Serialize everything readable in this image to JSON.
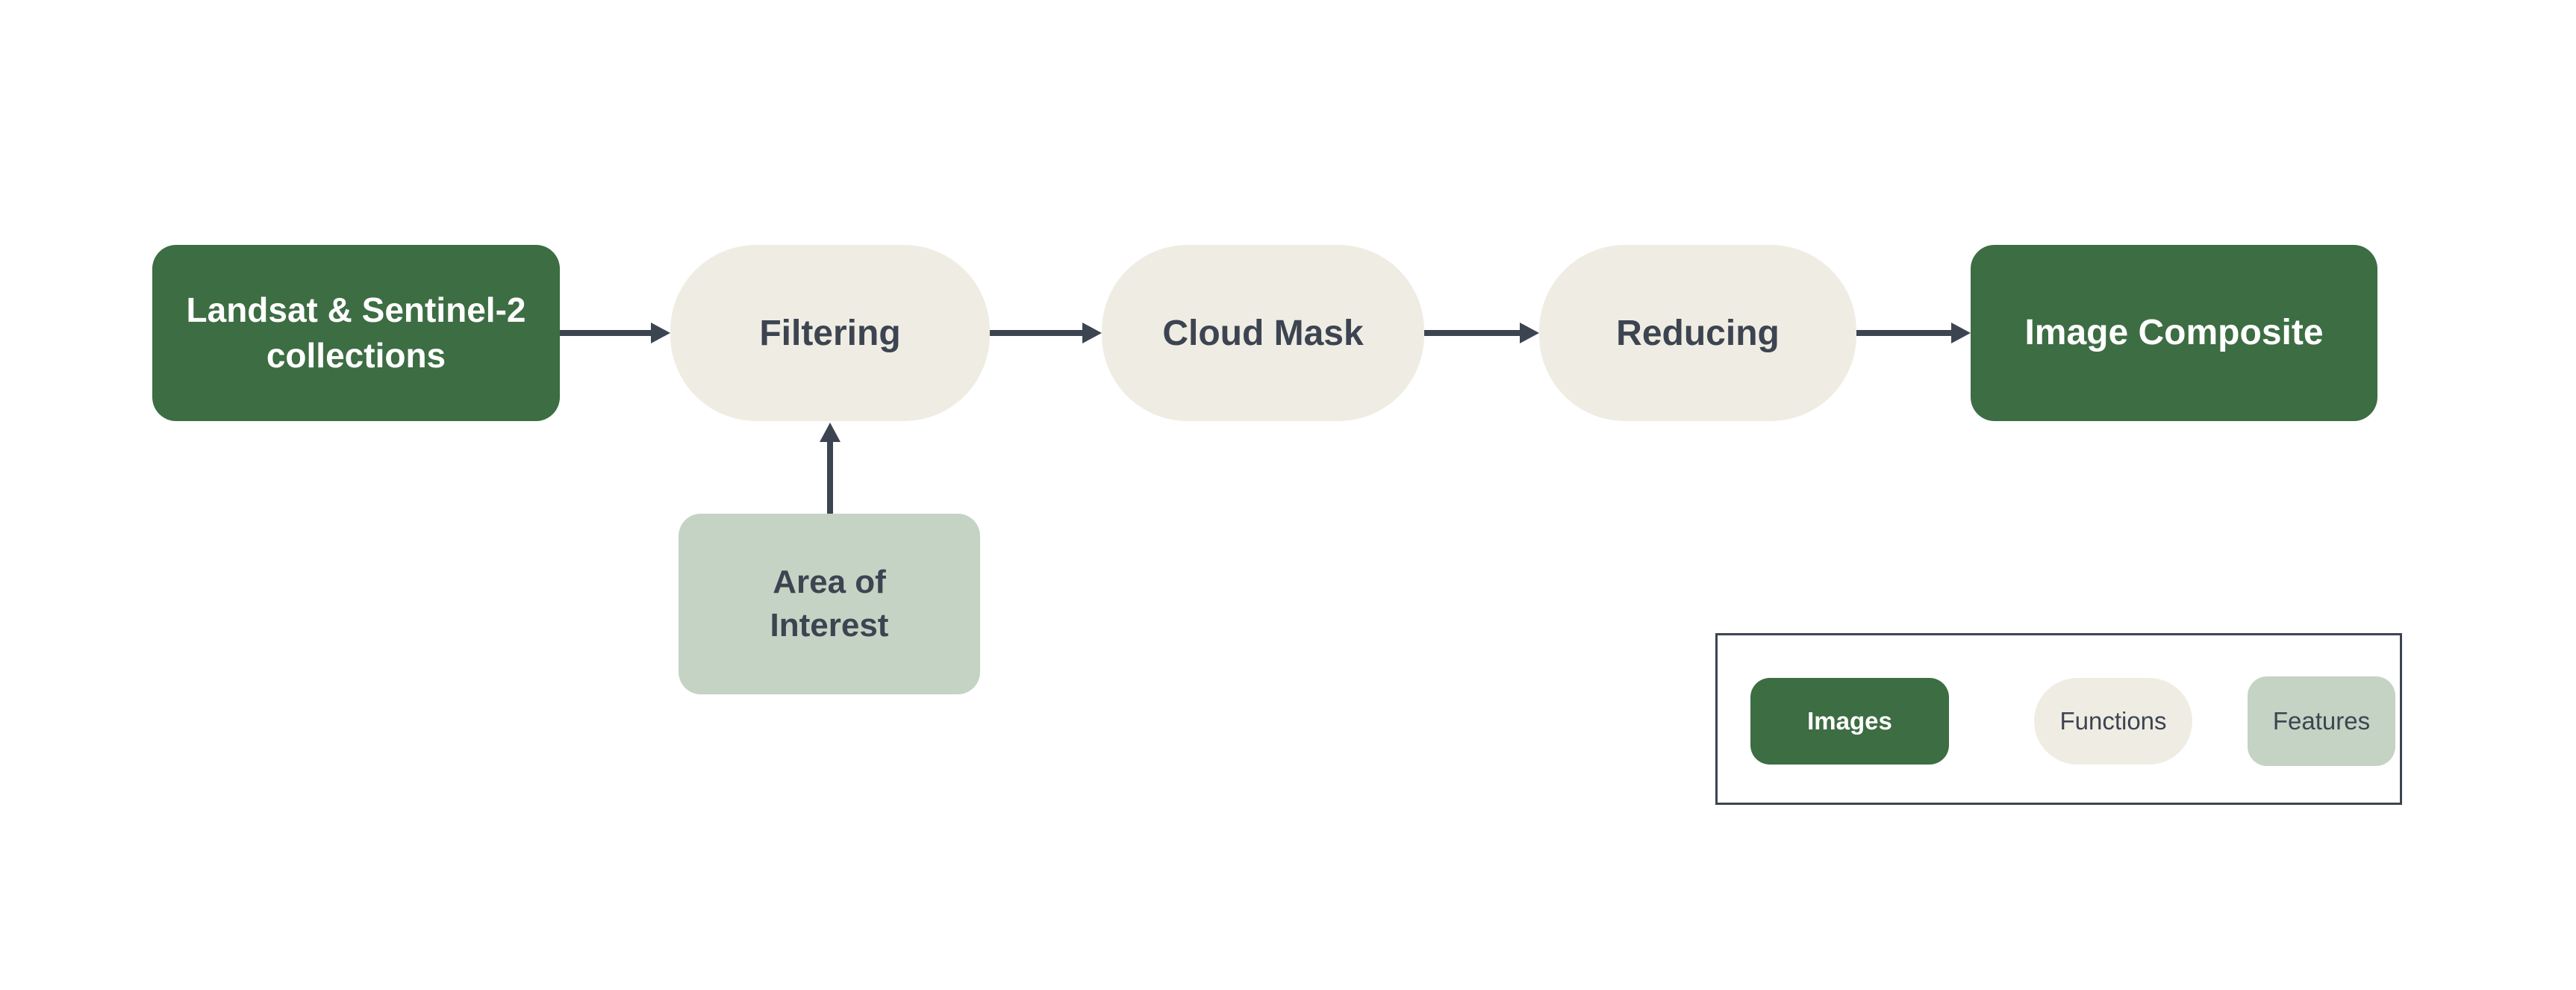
{
  "diagram": {
    "nodes": {
      "source": {
        "label": "Landsat & Sentinel-2 collections",
        "category": "images"
      },
      "filtering": {
        "label": "Filtering",
        "category": "functions"
      },
      "cloud_mask": {
        "label": "Cloud Mask",
        "category": "functions"
      },
      "reducing": {
        "label": "Reducing",
        "category": "functions"
      },
      "composite": {
        "label": "Image Composite",
        "category": "images"
      },
      "aoi": {
        "label": "Area of Interest",
        "category": "features"
      }
    },
    "flow": [
      "Landsat & Sentinel-2 collections",
      "Filtering",
      "Cloud Mask",
      "Reducing",
      "Image Composite"
    ],
    "side_input": {
      "from": "Area of Interest",
      "to": "Filtering"
    },
    "legend": {
      "items": [
        {
          "label": "Images",
          "color": "#3d6d43"
        },
        {
          "label": "Functions",
          "color": "#efede3"
        },
        {
          "label": "Features",
          "color": "#c4d3c4"
        }
      ]
    },
    "colors": {
      "images": "#3d6d43",
      "functions": "#efede3",
      "features": "#c4d3c4",
      "line": "#3d4451",
      "background": "#ffffff"
    }
  }
}
